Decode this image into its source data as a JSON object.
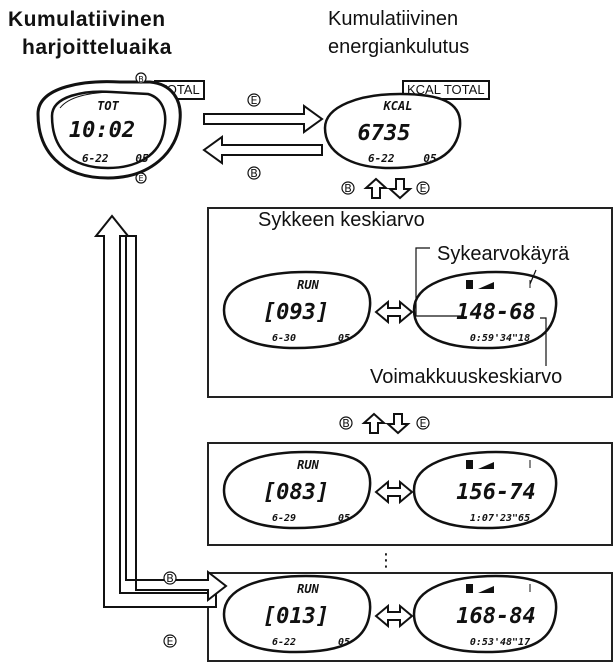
{
  "labels": {
    "cum_time": [
      "Kumulatiivinen",
      "harjoitteluaika"
    ],
    "cum_energy": [
      "Kumulatiivinen",
      "energiankulutus"
    ],
    "avg_hr": "Sykkeen keskiarvo",
    "hr_curve": "Sykearvokäyrä",
    "avg_intensity": "Voimakkuuskeskiarvo"
  },
  "tags": {
    "total": "TOTAL",
    "kcal_total": "KCAL TOTAL"
  },
  "buttons": {
    "b": "B",
    "e": "E"
  },
  "watches": {
    "total": {
      "mode": "TOT",
      "main": "10:02",
      "date": "6-22",
      "id": "05"
    },
    "kcal": {
      "mode": "KCAL",
      "main": "6735",
      "date": "6-22",
      "id": "05"
    }
  },
  "records": [
    {
      "mode": "RUN",
      "record": "[093]",
      "date": "6-30",
      "id": "05",
      "hr": "148-68",
      "time": "0:59'34\"18"
    },
    {
      "mode": "RUN",
      "record": "[083]",
      "date": "6-29",
      "id": "05",
      "hr": "156-74",
      "time": "1:07'23\"65"
    },
    {
      "mode": "RUN",
      "record": "[013]",
      "date": "6-22",
      "id": "05",
      "hr": "168-84",
      "time": "0:53'48\"17"
    }
  ],
  "ellipsis": "⋮",
  "colors": {
    "ink": "#111111",
    "arrow_fill": "#ffffff"
  }
}
